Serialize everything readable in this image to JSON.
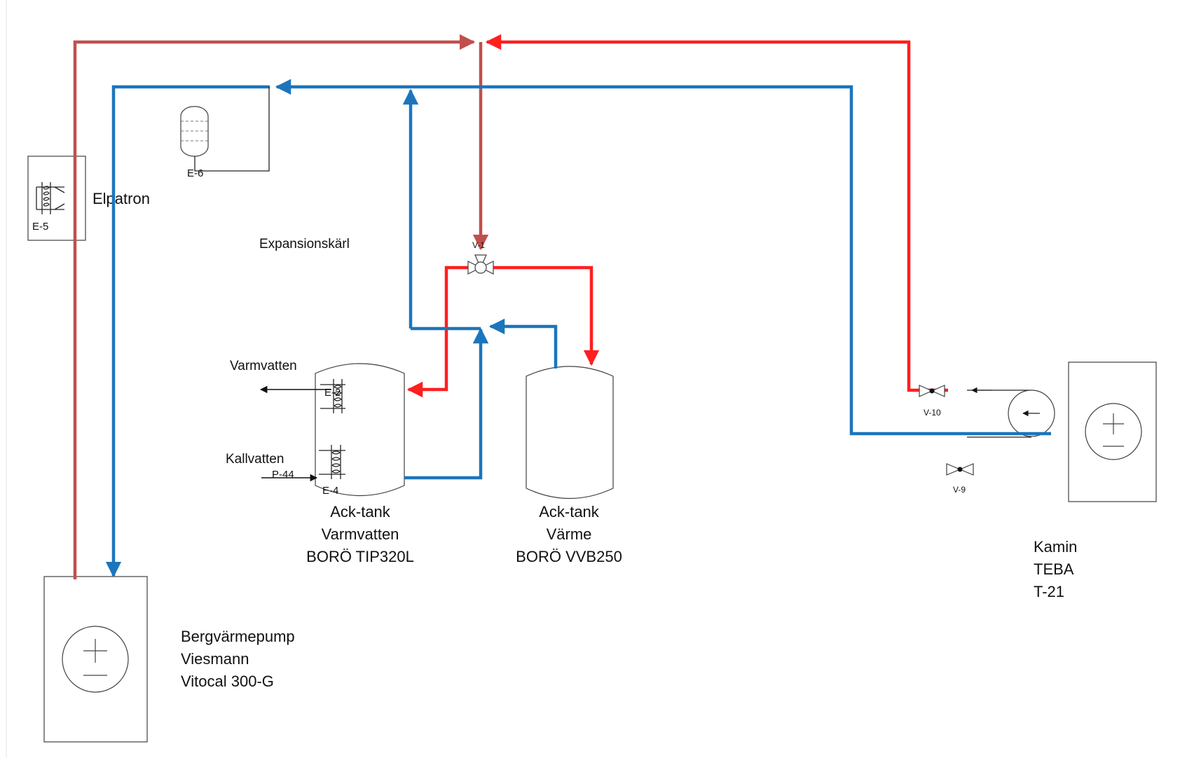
{
  "colors": {
    "hot": "#ff1f1f",
    "hot_main": "#c0504d",
    "cold": "#1c75bc",
    "outline": "#404040",
    "line": "#111111"
  },
  "labels": {
    "elpatron": "Elpatron",
    "expansion": "Expansionskärl",
    "varmvatten": "Varmvatten",
    "kallvatten": "Kallvatten",
    "tank1": [
      "Ack-tank",
      "Varmvatten",
      "BORÖ TIP320L"
    ],
    "tank2": [
      "Ack-tank",
      "Värme",
      "BORÖ VVB250"
    ],
    "heatpump": [
      "Bergvärmepump",
      "Viesmann",
      "Vitocal 300-G"
    ],
    "kamin": [
      "Kamin",
      "TEBA",
      "T-21"
    ]
  },
  "tags": {
    "e5": "E-5",
    "e6": "E-6",
    "e4": "E-4",
    "e_upper": "E-2",
    "p44": "P-44",
    "v1": "V-1",
    "v10": "V-10",
    "v9": "V-9"
  },
  "icons": [
    "heater-coil-icon",
    "expansion-vessel-icon",
    "three-way-valve-icon",
    "gate-valve-icon",
    "pump-icon",
    "flow-arrow-icon"
  ]
}
